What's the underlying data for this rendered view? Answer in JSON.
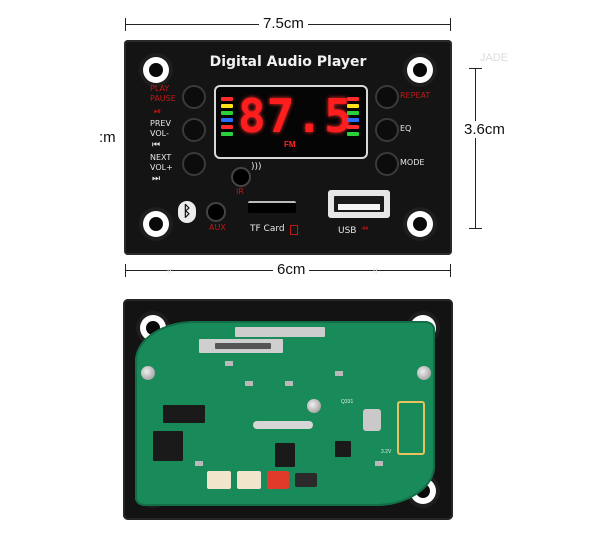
{
  "dimensions": {
    "width_label": "7.5cm",
    "height_label": "3.6cm",
    "inner_width_label": "6cm",
    "left_partial_label": ":m"
  },
  "watermarks": [
    "JADE",
    "ir",
    "ir"
  ],
  "panel": {
    "title": "Digital  Audio Player",
    "display_digits": "87.5",
    "display_band": "FM",
    "buttons": {
      "play_pause": "PLAY\nPAUSE",
      "prev": "PREV\nVOL-",
      "next": "NEXT\nVOL+",
      "repeat": "REPEAT",
      "eq": "EQ",
      "mode": "MODE"
    },
    "ir_label": "IR",
    "aux_label": "AUX",
    "tf_card_label": "TF Card",
    "usb_label": "USB"
  },
  "pcb": {
    "silkscreen": [
      "Q331",
      "3.2V"
    ]
  },
  "colors": {
    "panel": "#141414",
    "display_red": "#ff1d1d",
    "accent_red": "#c01818",
    "pcb_green": "#198a5a"
  },
  "icons": [
    "bluetooth-icon",
    "play-pause-icon",
    "prev-track-icon",
    "next-track-icon",
    "ir-sensor-icon",
    "tf-card-icon",
    "usb-icon"
  ]
}
